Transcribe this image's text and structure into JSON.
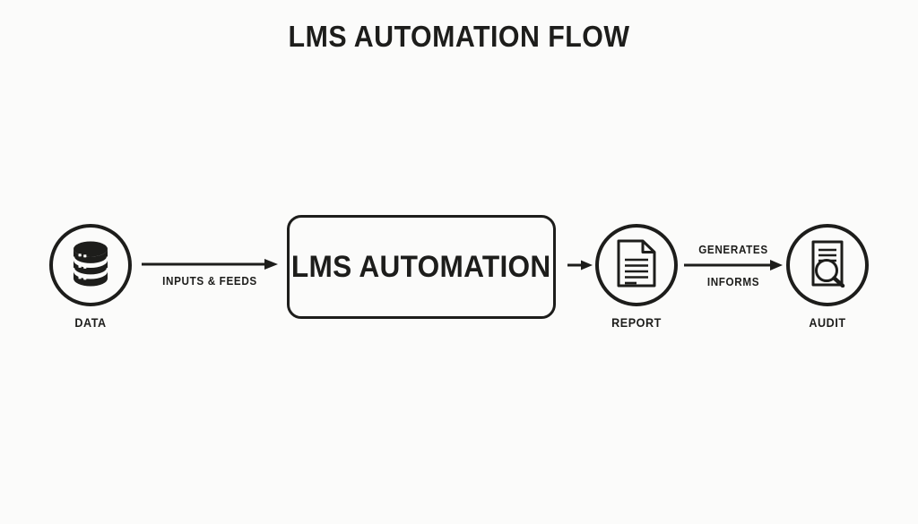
{
  "diagram": {
    "title": "LMS AUTOMATION FLOW",
    "background_color": "#fbfbfa",
    "ink_color": "#1d1d1b",
    "nodes": [
      {
        "id": "data",
        "label": "DATA",
        "icon": "database-icon",
        "shape": "circle"
      },
      {
        "id": "lms",
        "label": "LMS AUTOMATION",
        "icon": "none",
        "shape": "rounded-rect"
      },
      {
        "id": "report",
        "label": "REPORT",
        "icon": "document-icon",
        "shape": "circle"
      },
      {
        "id": "audit",
        "label": "AUDIT",
        "icon": "document-search-icon",
        "shape": "circle"
      }
    ],
    "connectors": [
      {
        "id": "data-to-lms",
        "from": "data",
        "to": "lms",
        "label_above": "",
        "label_below": "INPUTS & FEEDS"
      },
      {
        "id": "lms-to-report",
        "from": "lms",
        "to": "report",
        "label_above": "",
        "label_below": ""
      },
      {
        "id": "report-to-audit",
        "from": "report",
        "to": "audit",
        "label_above": "GENERATES",
        "label_below": "INFORMS"
      }
    ]
  }
}
